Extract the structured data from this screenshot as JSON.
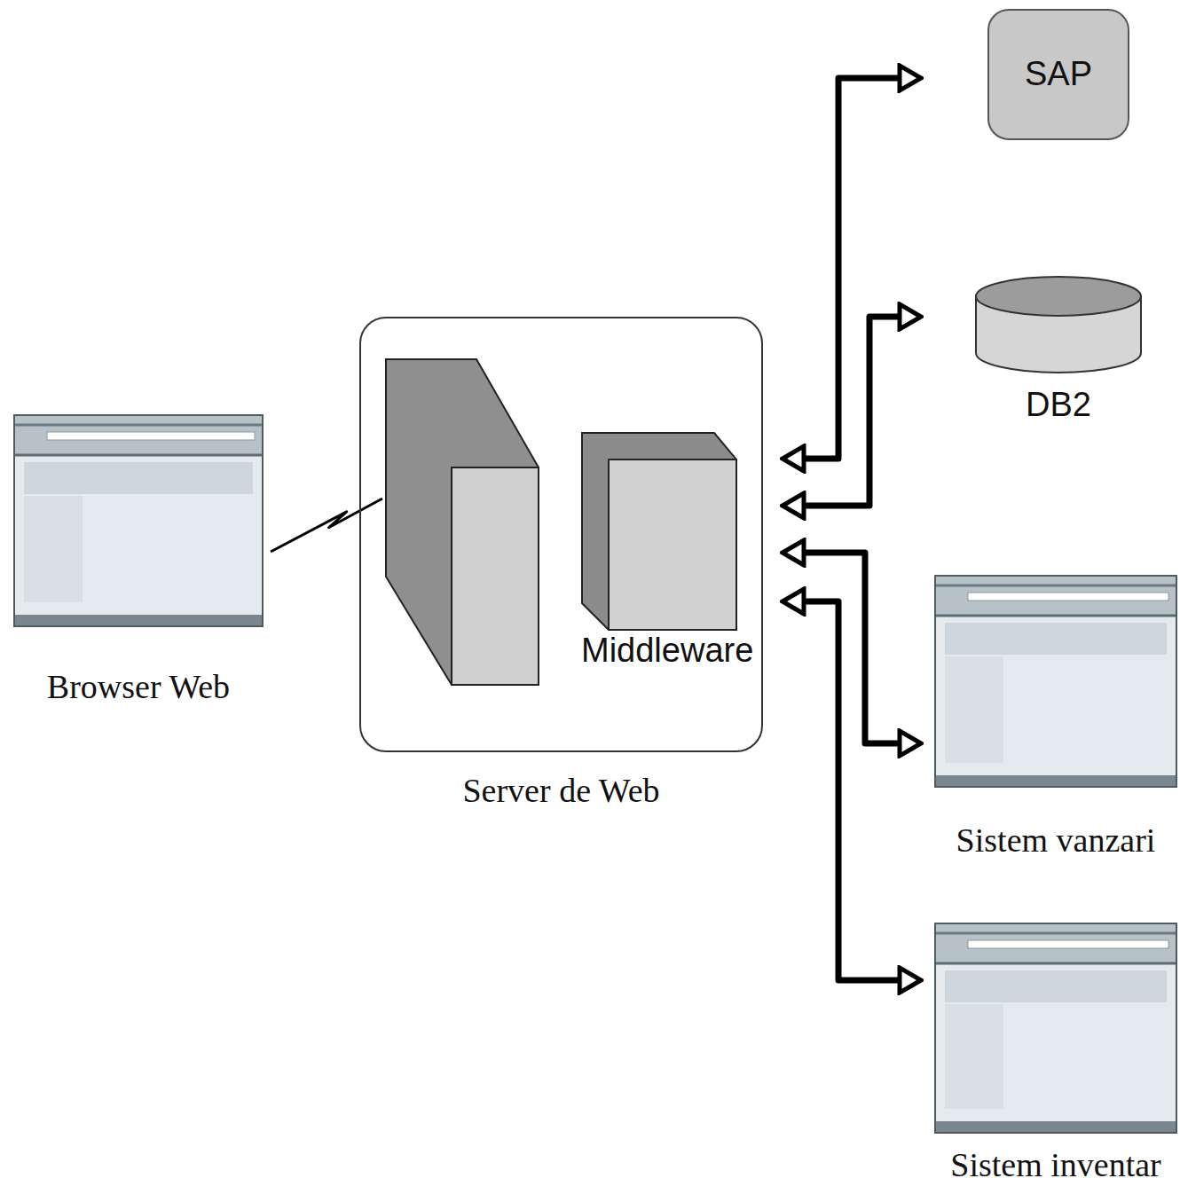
{
  "diagram": {
    "nodes": [
      {
        "text": [
          "Browser Web"
        ]
      },
      {
        "text": [
          "Server de Web"
        ]
      },
      {
        "text": [
          "Middleware"
        ],
        "in": 1
      },
      {
        "text": [
          "SAP"
        ]
      },
      {
        "text": [
          "DB2"
        ]
      },
      {
        "text": [
          "Sistem vanzari"
        ]
      },
      {
        "text": [
          "Sistem inventar"
        ]
      }
    ],
    "edges": [
      {
        "from": 0,
        "to": 1,
        "arrow": "none"
      },
      {
        "from": 1,
        "to": 3,
        "arrow": "both"
      },
      {
        "from": 1,
        "to": 4,
        "arrow": "both"
      },
      {
        "from": 1,
        "to": 5,
        "arrow": "both"
      },
      {
        "from": 1,
        "to": 6,
        "arrow": "both"
      }
    ]
  }
}
